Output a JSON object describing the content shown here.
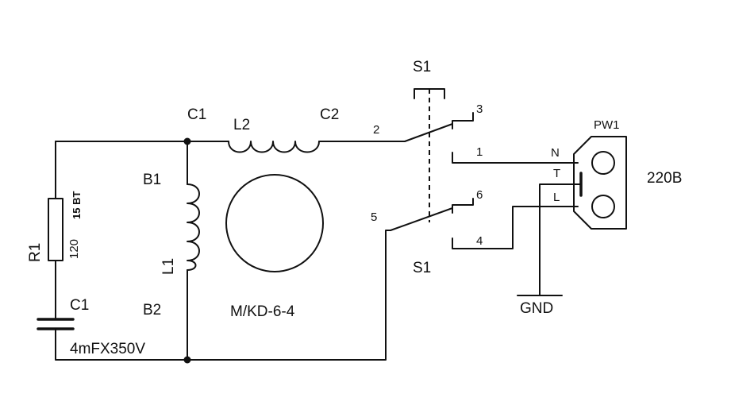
{
  "labels": {
    "s1_top": "S1",
    "s1_bottom": "S1",
    "pw1": "PW1",
    "voltage": "220B",
    "node_c1_top": "C1",
    "l2": "L2",
    "node_c2": "C2",
    "b1": "B1",
    "l1": "L1",
    "b2": "B2",
    "r1": "R1",
    "r1_value": "120",
    "r1_power": "15 BT",
    "cap_c1": "C1",
    "cap_value": "4mFX350V",
    "motor": "M/KD-6-4",
    "gnd": "GND",
    "pin_1": "1",
    "pin_2": "2",
    "pin_3": "3",
    "pin_4": "4",
    "pin_5": "5",
    "pin_6": "6",
    "socket_n": "N",
    "socket_t": "T",
    "socket_l": "L"
  },
  "colors": {
    "ink": "#111111",
    "background": "#ffffff"
  }
}
